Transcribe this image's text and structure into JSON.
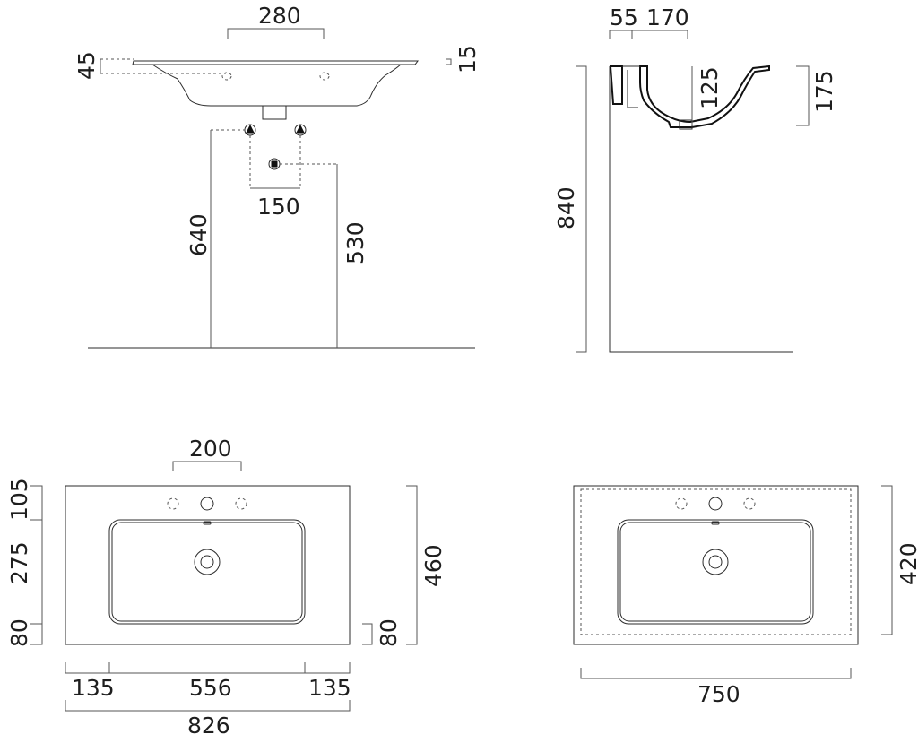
{
  "front_view": {
    "dim_280": "280",
    "dim_45": "45",
    "dim_15": "15",
    "dim_150": "150",
    "dim_640": "640",
    "dim_530": "530"
  },
  "side_view": {
    "dim_55": "55",
    "dim_170": "170",
    "dim_125": "125",
    "dim_175": "175",
    "dim_840": "840"
  },
  "top_view_826": {
    "dim_200": "200",
    "dim_105": "105",
    "dim_275": "275",
    "dim_80_left": "80",
    "dim_80_right": "80",
    "dim_460": "460",
    "dim_135_left": "135",
    "dim_556": "556",
    "dim_135_right": "135",
    "dim_826": "826"
  },
  "top_view_750": {
    "dim_420": "420",
    "dim_750": "750"
  },
  "colors": {
    "line": "#2b2b2b",
    "dimension": "#555555",
    "section": "#111111"
  }
}
